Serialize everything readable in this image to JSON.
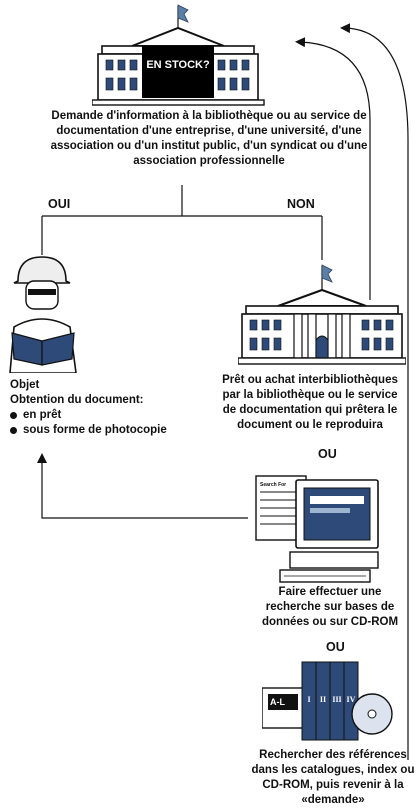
{
  "top_building": {
    "sign": "EN STOCK?",
    "caption": "Demande d'information à la bibliothèque ou au service de documentation d'une entreprise, d'une université, d'une association ou d'un institut public, d'un syndicat ou d'une association professionnelle"
  },
  "branches": {
    "yes": "OUI",
    "no": "NON"
  },
  "left_result": {
    "title": "Objet",
    "subtitle": "Obtention du document:",
    "bullets": [
      "en prêt",
      "sous forme de photocopie"
    ]
  },
  "ill": {
    "caption": "Prêt ou achat interbibliothèques par la bibliothèque ou le service de documentation qui prêtera le document ou le reproduira"
  },
  "or_label_1": "OU",
  "search": {
    "screen_label": "Search For",
    "caption": "Faire effectuer une recherche sur bases de données ou sur CD-ROM"
  },
  "or_label_2": "OU",
  "references": {
    "card_label": "A-L",
    "book_labels": [
      "I",
      "II",
      "III",
      "IV"
    ],
    "caption": "Rechercher des références dans les catalogues, index ou CD-ROM, puis revenir à la «demande»"
  },
  "colors": {
    "ink": "#111111",
    "building_fill": "#ffffff",
    "sign_bg": "#000000",
    "flag": "#5b7fa6"
  }
}
